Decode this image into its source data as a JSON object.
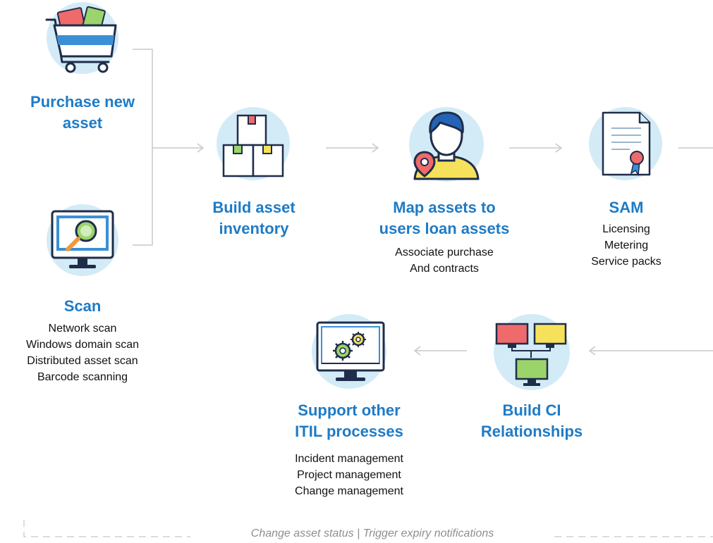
{
  "colors": {
    "accent": "#1e7bc6",
    "circle": "#d3ebf6",
    "line": "#c8c8c8"
  },
  "steps": {
    "purchase": {
      "title_line1": "Purchase new",
      "title_line2": "asset",
      "icon": "shopping-cart-icon"
    },
    "scan": {
      "title": "Scan",
      "items": [
        "Network scan",
        "Windows domain scan",
        "Distributed asset scan",
        "Barcode scanning"
      ],
      "icon": "monitor-magnifier-icon"
    },
    "inventory": {
      "title_line1": "Build asset",
      "title_line2": "inventory",
      "icon": "boxes-icon"
    },
    "map": {
      "title_line1": "Map assets to",
      "title_line2": "users loan assets",
      "items": [
        "Associate purchase",
        "And contracts"
      ],
      "icon": "user-location-icon"
    },
    "sam": {
      "title": "SAM",
      "items": [
        "Licensing",
        "Metering",
        "Service packs"
      ],
      "icon": "certificate-icon"
    },
    "ci": {
      "title_line1": "Build CI",
      "title_line2": "Relationships",
      "icon": "networked-monitors-icon"
    },
    "support": {
      "title_line1": "Support other",
      "title_line2": "ITIL processes",
      "items": [
        "Incident management",
        "Project management",
        "Change management"
      ],
      "icon": "monitor-gears-icon"
    }
  },
  "footer": {
    "text": "Change asset status | Trigger expiry notifications"
  }
}
